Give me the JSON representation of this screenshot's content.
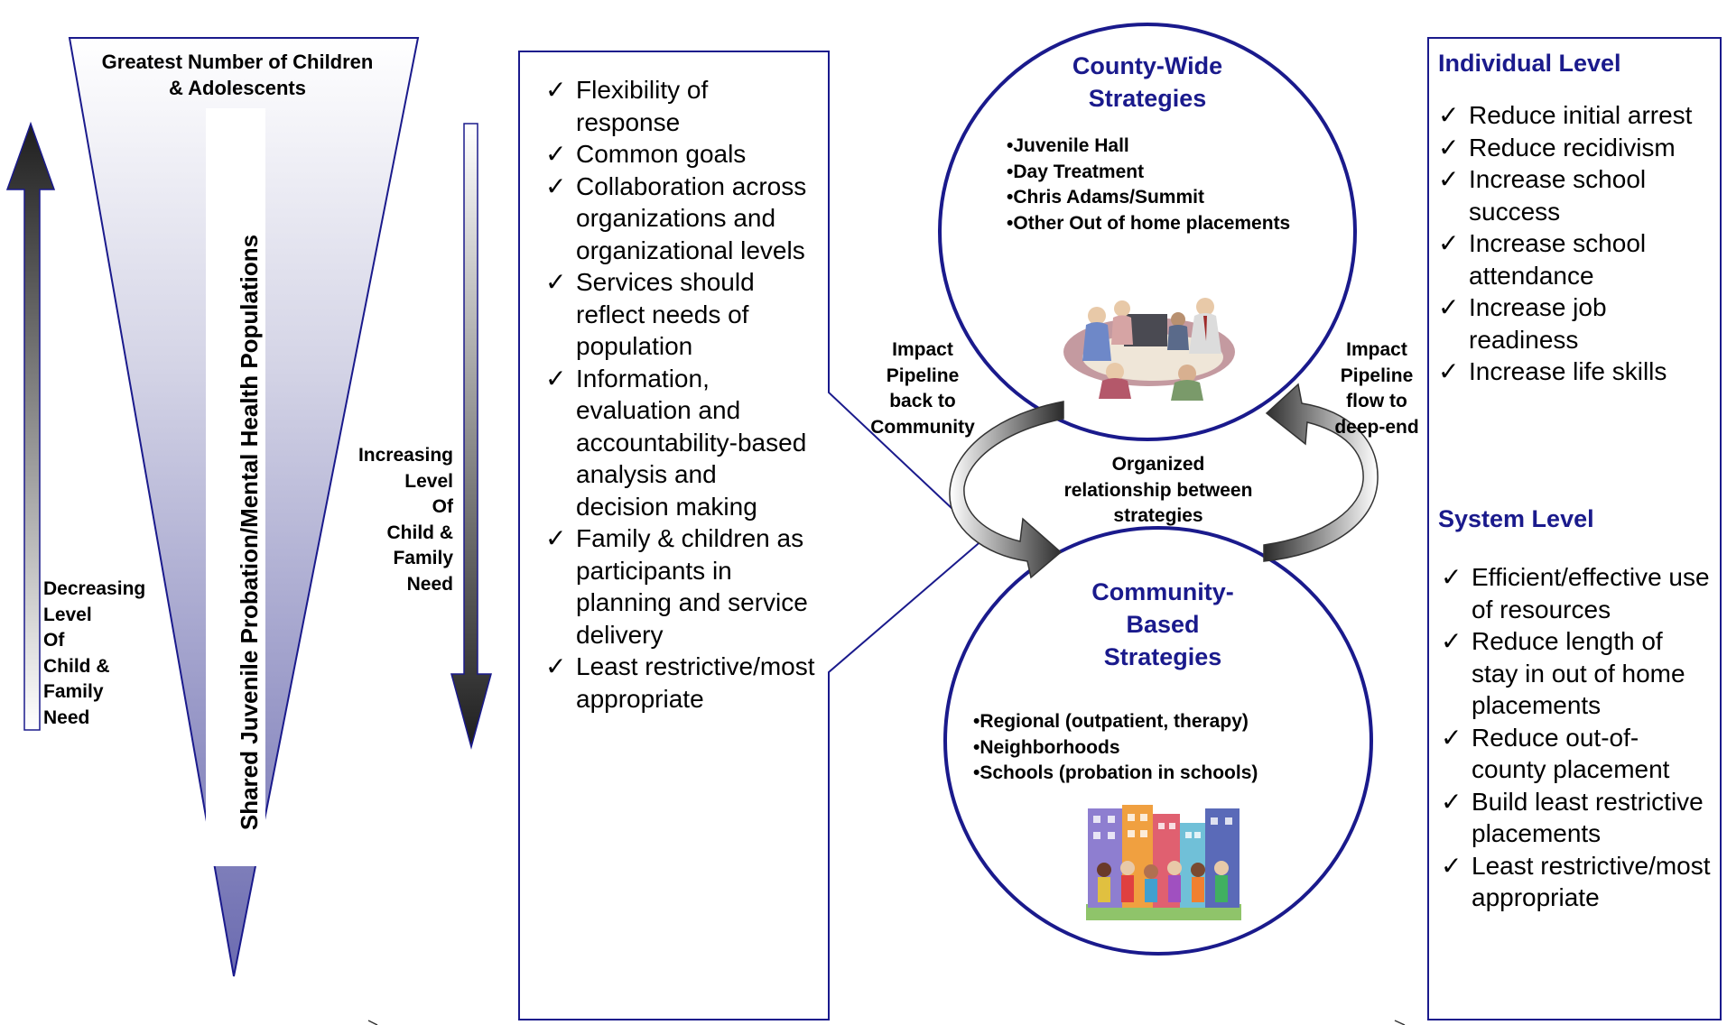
{
  "funnel": {
    "title_lines": [
      "Greatest Number of Children",
      "& Adolescents"
    ],
    "vertical_label": "Shared Juvenile Probation/Mental Health Populations"
  },
  "left_arrow_label_lines": [
    "Decreasing",
    "Level",
    "Of",
    "Child &",
    "Family",
    "Need"
  ],
  "right_arrow_label_lines": [
    "Increasing",
    "Level",
    "Of",
    "Child &",
    "Family",
    "Need"
  ],
  "principles": [
    "Flexibility of response",
    "Common goals",
    "Collaboration across organizations and organizational levels",
    "Services should reflect needs of population",
    "Information, evaluation and accountability-based analysis and decision making",
    "Family & children as participants in planning and service delivery",
    "Least restrictive/most appropriate"
  ],
  "county_wide": {
    "title_lines": [
      "County-Wide",
      "Strategies"
    ],
    "items": [
      "Juvenile Hall",
      "Day Treatment",
      "Chris Adams/Summit",
      "Other Out of home placements"
    ],
    "illustration": "meeting-clipart"
  },
  "community_based": {
    "title_lines": [
      "Community-",
      "Based",
      "Strategies"
    ],
    "items": [
      "Regional (outpatient, therapy)",
      "Neighborhoods",
      "Schools (probation in schools)"
    ],
    "illustration": "community-clipart"
  },
  "cycle": {
    "left_label_lines": [
      "Impact",
      "Pipeline",
      "back to",
      "Community"
    ],
    "right_label_lines": [
      "Impact",
      "Pipeline",
      "flow to",
      "deep-end"
    ],
    "center_label_lines": [
      "Organized",
      "relationship between",
      "strategies"
    ]
  },
  "outcomes": {
    "individual_heading": "Individual Level",
    "individual_items": [
      "Reduce initial arrest",
      "Reduce recidivism",
      "Increase school success",
      "Increase school attendance",
      "Increase job readiness",
      "Increase life skills"
    ],
    "system_heading": "System Level",
    "system_items": [
      "Efficient/effective use of resources",
      "Reduce length of stay in out of home placements",
      "Reduce out-of-county placement",
      "Build least restrictive placements",
      "Least restrictive/most appropriate"
    ]
  },
  "check_mark": "✓",
  "colors": {
    "accent": "#1a1a8c",
    "funnel_dark": "#6b6bb0",
    "arrow_dark": "#2a2a2a"
  }
}
